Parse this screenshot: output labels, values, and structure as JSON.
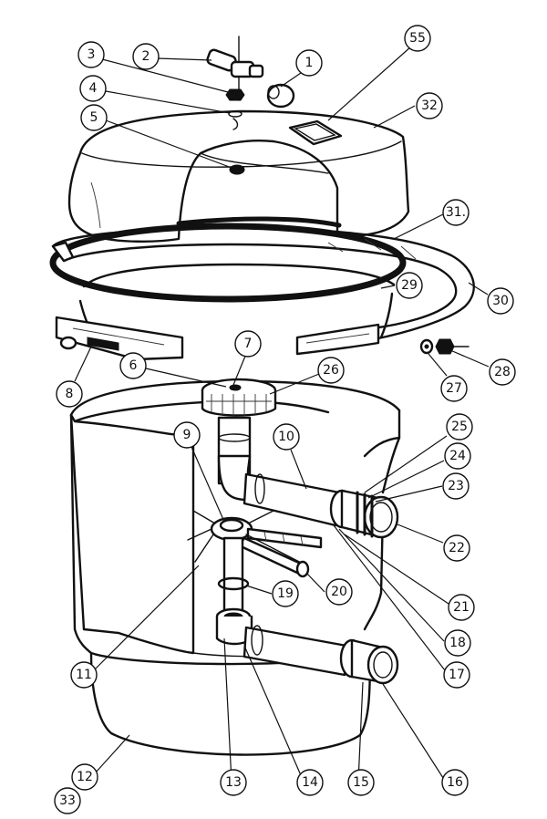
{
  "callouts": [
    {
      "id": "1",
      "label": "1"
    },
    {
      "id": "2",
      "label": "2"
    },
    {
      "id": "3",
      "label": "3"
    },
    {
      "id": "4",
      "label": "4"
    },
    {
      "id": "5",
      "label": "5"
    },
    {
      "id": "55",
      "label": "55"
    },
    {
      "id": "32",
      "label": "32"
    },
    {
      "id": "31",
      "label": "31."
    },
    {
      "id": "29",
      "label": "29"
    },
    {
      "id": "30",
      "label": "30"
    },
    {
      "id": "7",
      "label": "7"
    },
    {
      "id": "6",
      "label": "6"
    },
    {
      "id": "26",
      "label": "26"
    },
    {
      "id": "8",
      "label": "8"
    },
    {
      "id": "27",
      "label": "27"
    },
    {
      "id": "28",
      "label": "28"
    },
    {
      "id": "9",
      "label": "9"
    },
    {
      "id": "10",
      "label": "10"
    },
    {
      "id": "25",
      "label": "25"
    },
    {
      "id": "24",
      "label": "24"
    },
    {
      "id": "23",
      "label": "23"
    },
    {
      "id": "22",
      "label": "22"
    },
    {
      "id": "21",
      "label": "21"
    },
    {
      "id": "18",
      "label": "18"
    },
    {
      "id": "17",
      "label": "17"
    },
    {
      "id": "19",
      "label": "19"
    },
    {
      "id": "20",
      "label": "20"
    },
    {
      "id": "11",
      "label": "11"
    },
    {
      "id": "12",
      "label": "12"
    },
    {
      "id": "13",
      "label": "13"
    },
    {
      "id": "14",
      "label": "14"
    },
    {
      "id": "15",
      "label": "15"
    },
    {
      "id": "16",
      "label": "16"
    },
    {
      "id": "33",
      "label": "33"
    }
  ]
}
